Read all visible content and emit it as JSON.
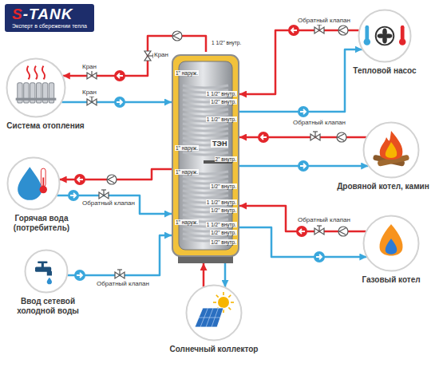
{
  "diagram": {
    "nodes": [
      {
        "text": [
          "S-TANK",
          "Эксперт в сбережении тепла"
        ]
      },
      {
        "text": [
          "Система отопления"
        ]
      },
      {
        "text": [
          "Горячая вода (потребитель)"
        ]
      },
      {
        "text": [
          "Ввод сетевой холодной воды"
        ]
      },
      {
        "text": [
          "ТЭН"
        ]
      },
      {
        "text": [
          "Тепловой насос"
        ]
      },
      {
        "text": [
          "Дровяной котел, камин"
        ]
      },
      {
        "text": [
          "Газовый котел"
        ]
      },
      {
        "text": [
          "Солнечный коллектор"
        ]
      }
    ],
    "edges": [
      {
        "from": 4,
        "to": 1,
        "arrow": "to"
      },
      {
        "from": 1,
        "to": 4,
        "arrow": "to"
      },
      {
        "from": 4,
        "to": 2,
        "arrow": "to"
      },
      {
        "from": 2,
        "to": 4,
        "arrow": "to"
      },
      {
        "from": 3,
        "to": 4,
        "arrow": "to"
      },
      {
        "from": 8,
        "to": 4,
        "arrow": "to"
      },
      {
        "from": 4,
        "to": 8,
        "arrow": "to"
      },
      {
        "from": 5,
        "to": 4,
        "arrow": "to"
      },
      {
        "from": 4,
        "to": 5,
        "arrow": "to"
      },
      {
        "from": 6,
        "to": 4,
        "arrow": "to"
      },
      {
        "from": 4,
        "to": 6,
        "arrow": "to"
      },
      {
        "from": 7,
        "to": 4,
        "arrow": "to"
      },
      {
        "from": 4,
        "to": 7,
        "arrow": "to"
      }
    ],
    "labels": [
      "Кран",
      "Кран",
      "Кран",
      "Обратный клапан",
      "Обратный клапан",
      "Обратный клапан",
      "Обратный клапан",
      "Обратный клапан",
      "1 1/2\" внутр.",
      "1\" наруж.",
      "1\" наруж.",
      "1\" наруж.",
      "1\" наруж.",
      "1 1/2\" внутр.",
      "1/2\" внутр.",
      "1 1/2\" внутр.",
      "2\" внутр.",
      "1/2\" внутр.",
      "1 1/2\" внутр.",
      "1/2\" внутр.",
      "1 1/2\" внутр.",
      "1/2\" внутр.",
      "1/2\" внутр."
    ]
  }
}
